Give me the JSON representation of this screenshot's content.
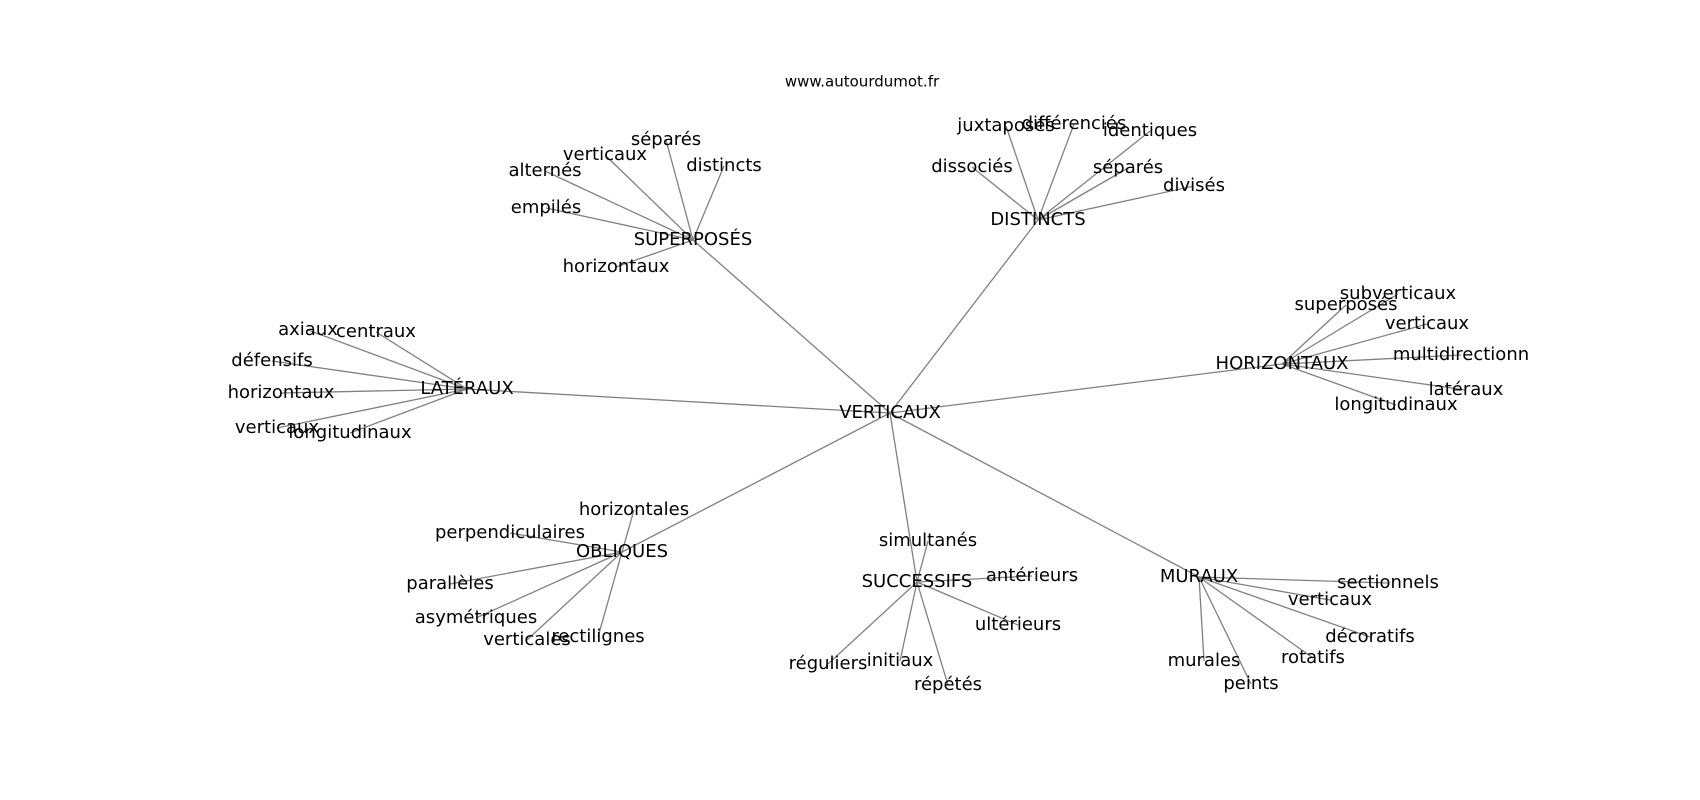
{
  "site": "www.autourdumot.fr",
  "center": "VERTICAUX",
  "groups": [
    {
      "label": "SUPERPOSÉS",
      "leaves": [
        "séparés",
        "verticaux",
        "distincts",
        "alternés",
        "empilés",
        "horizontaux"
      ]
    },
    {
      "label": "DISTINCTS",
      "leaves": [
        "juxtaposés",
        "différenciés",
        "identiques",
        "dissociés",
        "séparés",
        "divisés"
      ]
    },
    {
      "label": "LATÉRAUX",
      "leaves": [
        "axiaux",
        "centraux",
        "défensifs",
        "horizontaux",
        "verticaux",
        "longitudinaux"
      ]
    },
    {
      "label": "HORIZONTAUX",
      "leaves": [
        "subverticaux",
        "superposés",
        "verticaux",
        "multidirectionn",
        "latéraux",
        "longitudinaux"
      ]
    },
    {
      "label": "OBLIQUES",
      "leaves": [
        "horizontales",
        "perpendiculaires",
        "parallèles",
        "asymétriques",
        "verticales",
        "rectilignes"
      ]
    },
    {
      "label": "SUCCESSIFS",
      "leaves": [
        "simultanés",
        "antérieurs",
        "ultérieurs",
        "réguliers",
        "initiaux",
        "répétés"
      ]
    },
    {
      "label": "MURAUX",
      "leaves": [
        "sectionnels",
        "verticaux",
        "décoratifs",
        "rotatifs",
        "murales",
        "peints"
      ]
    }
  ]
}
